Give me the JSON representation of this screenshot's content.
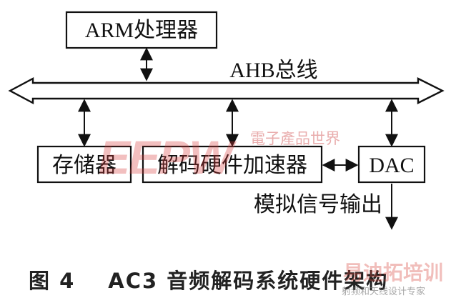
{
  "blocks": {
    "arm": "ARM处理器",
    "bus": "AHB总线",
    "memory": "存储器",
    "decoder": "解码硬件加速器",
    "dac": "DAC",
    "output": "模拟信号输出"
  },
  "caption": {
    "figure_number": "图 4",
    "title": "AC3 音频解码系统硬件架构"
  },
  "watermarks": {
    "logo": "EEPW",
    "publisher": "電子產品世界",
    "site": "易迪拓培训",
    "slogan": "射频和天线设计专家"
  }
}
